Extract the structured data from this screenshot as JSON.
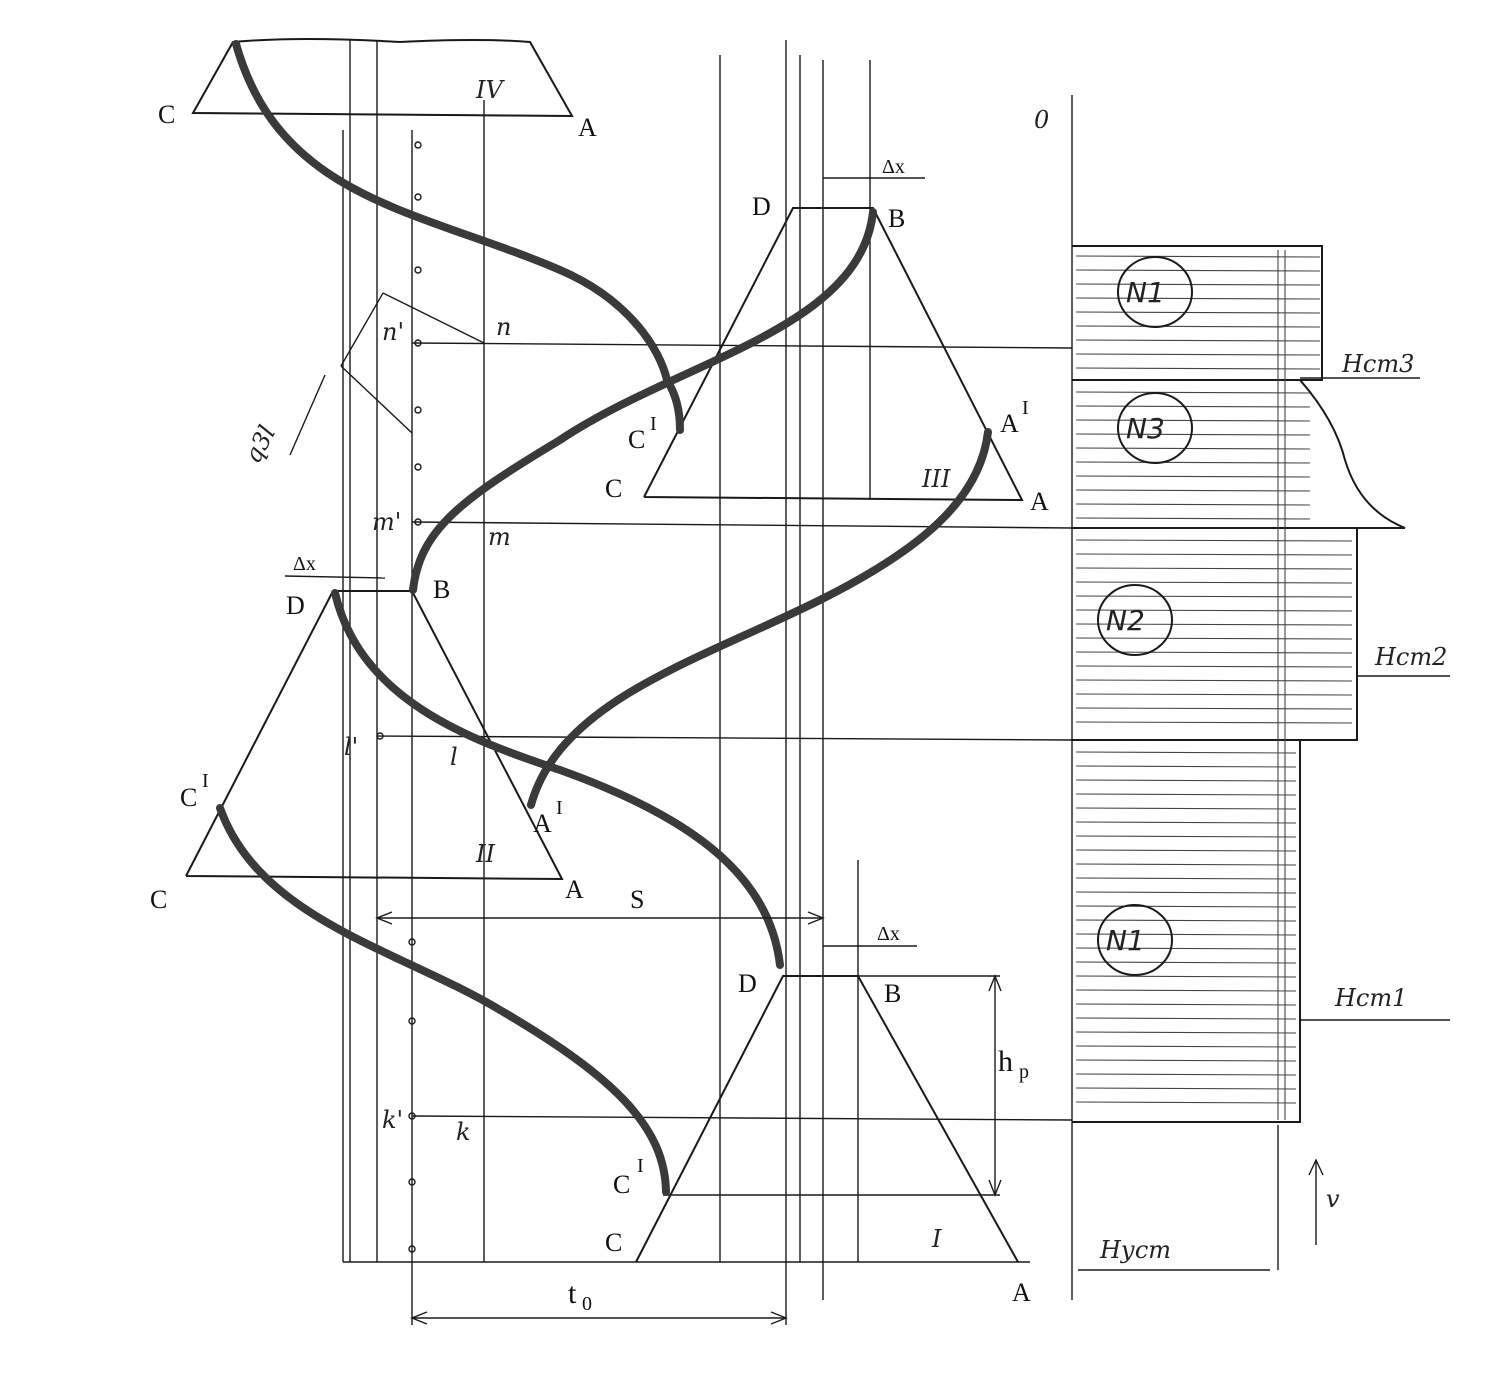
{
  "points": {
    "A": "A",
    "B": "B",
    "C": "C",
    "D": "D",
    "A_prime_base": "A",
    "A_prime_sup": "I",
    "C_prime_base": "C",
    "C_prime_sup": "I"
  },
  "sections": {
    "I": "I",
    "II": "II",
    "III": "III",
    "IV": "IV"
  },
  "dimensions": {
    "delta_x": "Δx",
    "S": "S",
    "t0_base": "t",
    "t0_sub": "0",
    "hp_base": "h",
    "hp_sub": "p"
  },
  "marks": {
    "n": "n",
    "n_prime": "n'",
    "m": "m",
    "m_prime": "m'",
    "l": "l",
    "l_prime": "l'",
    "k": "k",
    "k_prime": "k'",
    "q3l": "q3l",
    "zero": "0"
  },
  "zones": {
    "N1_top": "N1",
    "N3": "N3",
    "N2": "N2",
    "N1_bottom": "N1",
    "H_st3": "Hст3",
    "H_st2": "Hст2",
    "H_st1": "Hст1",
    "H_ust": "Hуст",
    "v": "v"
  }
}
